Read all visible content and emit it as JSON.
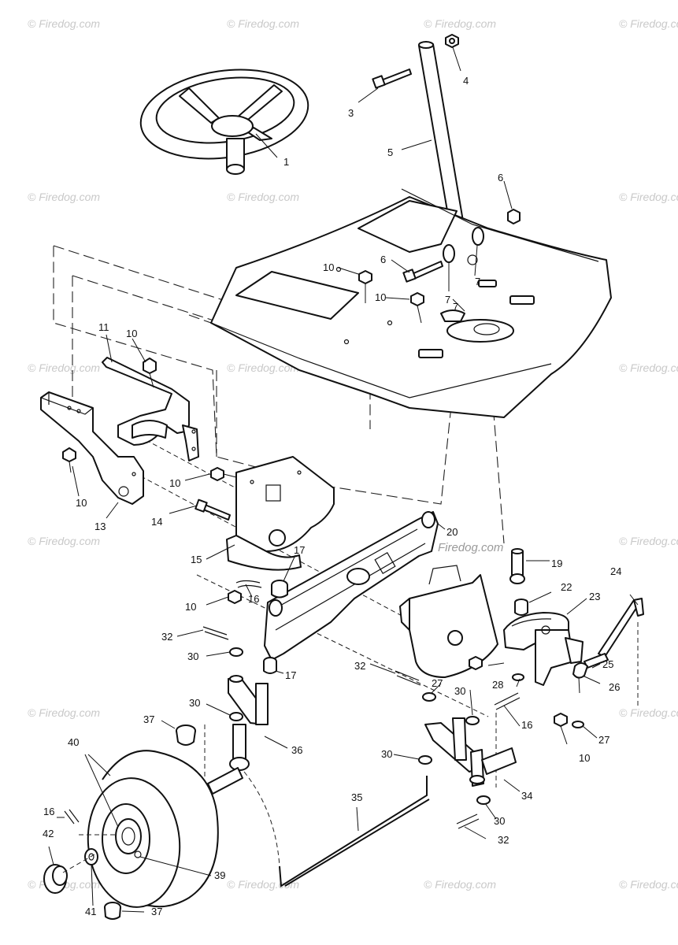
{
  "watermark": "© Firedog.com",
  "watermark_mid": "Firedog.com",
  "callouts": [
    {
      "id": "c1",
      "text": "1"
    },
    {
      "id": "c3",
      "text": "3"
    },
    {
      "id": "c4",
      "text": "4"
    },
    {
      "id": "c5",
      "text": "5"
    },
    {
      "id": "c6a",
      "text": "6"
    },
    {
      "id": "c6b",
      "text": "6"
    },
    {
      "id": "c7a",
      "text": "7"
    },
    {
      "id": "c7b",
      "text": "7"
    },
    {
      "id": "c7c",
      "text": "7"
    },
    {
      "id": "c10a",
      "text": "10"
    },
    {
      "id": "c10b",
      "text": "10"
    },
    {
      "id": "c10c",
      "text": "10"
    },
    {
      "id": "c10d",
      "text": "10"
    },
    {
      "id": "c10e",
      "text": "10"
    },
    {
      "id": "c10f",
      "text": "10"
    },
    {
      "id": "c10g",
      "text": "10"
    },
    {
      "id": "c11",
      "text": "11"
    },
    {
      "id": "c13",
      "text": "13"
    },
    {
      "id": "c14",
      "text": "14"
    },
    {
      "id": "c15",
      "text": "15"
    },
    {
      "id": "c16a",
      "text": "16"
    },
    {
      "id": "c16b",
      "text": "16"
    },
    {
      "id": "c16c",
      "text": "16"
    },
    {
      "id": "c17a",
      "text": "17"
    },
    {
      "id": "c17b",
      "text": "17"
    },
    {
      "id": "c19",
      "text": "19"
    },
    {
      "id": "c20",
      "text": "20"
    },
    {
      "id": "c22",
      "text": "22"
    },
    {
      "id": "c23",
      "text": "23"
    },
    {
      "id": "c24",
      "text": "24"
    },
    {
      "id": "c25",
      "text": "25"
    },
    {
      "id": "c26",
      "text": "26"
    },
    {
      "id": "c27a",
      "text": "27"
    },
    {
      "id": "c27b",
      "text": "27"
    },
    {
      "id": "c28",
      "text": "28"
    },
    {
      "id": "c30a",
      "text": "30"
    },
    {
      "id": "c30b",
      "text": "30"
    },
    {
      "id": "c30c",
      "text": "30"
    },
    {
      "id": "c30d",
      "text": "30"
    },
    {
      "id": "c30e",
      "text": "30"
    },
    {
      "id": "c32a",
      "text": "32"
    },
    {
      "id": "c32b",
      "text": "32"
    },
    {
      "id": "c32c",
      "text": "32"
    },
    {
      "id": "c34",
      "text": "34"
    },
    {
      "id": "c35",
      "text": "35"
    },
    {
      "id": "c36",
      "text": "36"
    },
    {
      "id": "c37a",
      "text": "37"
    },
    {
      "id": "c37b",
      "text": "37"
    },
    {
      "id": "c39",
      "text": "39"
    },
    {
      "id": "c40",
      "text": "40"
    },
    {
      "id": "c41",
      "text": "41"
    },
    {
      "id": "c42",
      "text": "42"
    }
  ]
}
